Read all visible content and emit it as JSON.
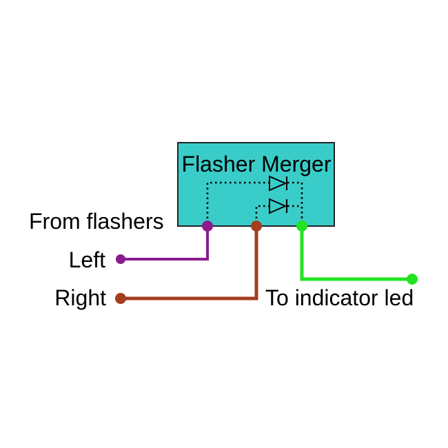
{
  "diagram": {
    "title": "Flasher Merger",
    "labels": {
      "inputs_group": "From flashers",
      "input_left": "Left",
      "input_right": "Right",
      "output": "To indicator led"
    },
    "colors": {
      "background": "#FFFFFF",
      "box_fill": "#3ACCC8",
      "box_border": "#222222",
      "circuit": "#000000",
      "text": "#000000",
      "left_wire": "#8B1B8D",
      "right_wire": "#A33E1E",
      "output_wire": "#21E320"
    },
    "icons": {
      "diode": "right-pointing-triangle-with-cathode-bar"
    }
  }
}
